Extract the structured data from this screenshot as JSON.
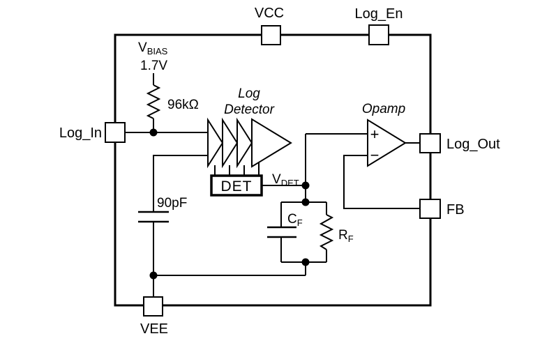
{
  "diagram_type": "circuit-block-diagram",
  "colors": {
    "line": "#000000",
    "background": "#ffffff"
  },
  "pins": {
    "vcc": "VCC",
    "log_en": "Log_En",
    "log_in": "Log_In",
    "log_out": "Log_Out",
    "fb": "FB",
    "vee": "VEE"
  },
  "components": {
    "bias_source": {
      "name": "V",
      "name_sub": "BIAS",
      "value": "1.7V"
    },
    "bias_resistor": {
      "value": "96kΩ"
    },
    "log_detector": {
      "title_line1": "Log",
      "title_line2": "Detector",
      "det_label": "DET"
    },
    "vdet_node": {
      "name": "V",
      "name_sub": "DET"
    },
    "input_capacitor": {
      "value": "90pF"
    },
    "filter_capacitor": {
      "name": "C",
      "name_sub": "F"
    },
    "filter_resistor": {
      "name": "R",
      "name_sub": "F"
    },
    "opamp": {
      "title": "Opamp",
      "plus": "+",
      "minus": "−"
    }
  }
}
